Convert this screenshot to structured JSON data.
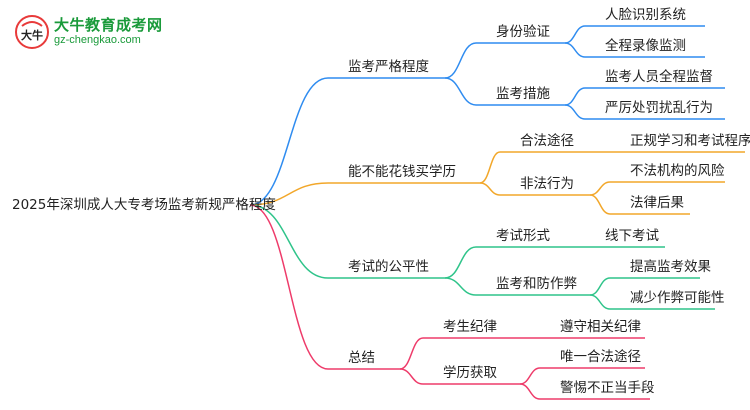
{
  "logo": {
    "icon": "daniu-badge-icon",
    "title": "大牛教育成考网",
    "url": "gz-chengkao.com",
    "badge_text": "大牛"
  },
  "colors": {
    "branch1": "#2f8cf0",
    "branch2": "#f2a72a",
    "branch3": "#2fc48a",
    "branch4": "#ee3b6a",
    "text": "#222222",
    "logo_green": "#1a9a3a",
    "logo_red": "#e83a3a"
  },
  "mindmap": {
    "root": "2025年深圳成人大专考场监考新规严格程度",
    "branches": [
      {
        "label": "监考严格程度",
        "children": [
          {
            "label": "身份验证",
            "children": [
              "人脸识别系统",
              "全程录像监测"
            ]
          },
          {
            "label": "监考措施",
            "children": [
              "监考人员全程监督",
              "严厉处罚扰乱行为"
            ]
          }
        ]
      },
      {
        "label": "能不能花钱买学历",
        "children": [
          {
            "label": "合法途径",
            "children": [
              "正规学习和考试程序"
            ]
          },
          {
            "label": "非法行为",
            "children": [
              "不法机构的风险",
              "法律后果"
            ]
          }
        ]
      },
      {
        "label": "考试的公平性",
        "children": [
          {
            "label": "考试形式",
            "children": [
              "线下考试"
            ]
          },
          {
            "label": "监考和防作弊",
            "children": [
              "提高监考效果",
              "减少作弊可能性"
            ]
          }
        ]
      },
      {
        "label": "总结",
        "children": [
          {
            "label": "考生纪律",
            "children": [
              "遵守相关纪律"
            ]
          },
          {
            "label": "学历获取",
            "children": [
              "唯一合法途径",
              "警惕不正当手段"
            ]
          }
        ]
      }
    ]
  }
}
